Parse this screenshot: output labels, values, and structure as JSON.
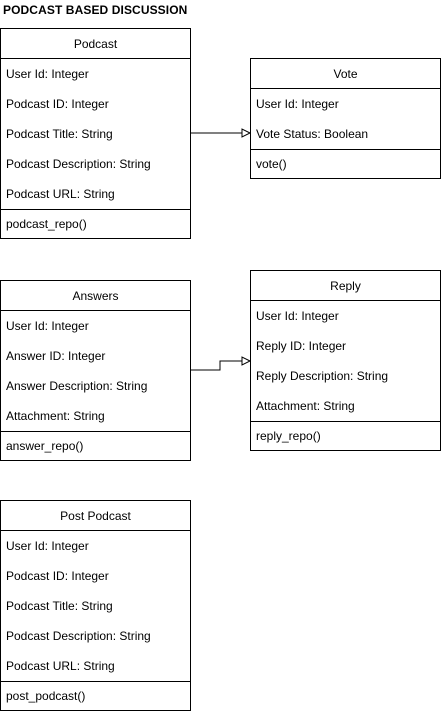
{
  "diagram": {
    "title": "PODCAST BASED DISCUSSION",
    "classes": [
      {
        "id": "podcast",
        "name": "Podcast",
        "attributes": [
          "User Id: Integer",
          "Podcast ID: Integer",
          "Podcast Title: String",
          "Podcast Description: String",
          "Podcast URL: String"
        ],
        "methods": [
          "podcast_repo()"
        ]
      },
      {
        "id": "vote",
        "name": "Vote",
        "attributes": [
          "User Id: Integer",
          "Vote Status: Boolean"
        ],
        "methods": [
          "vote()"
        ]
      },
      {
        "id": "answers",
        "name": "Answers",
        "attributes": [
          "User Id: Integer",
          "Answer ID: Integer",
          "Answer Description: String",
          "Attachment: String"
        ],
        "methods": [
          "answer_repo()"
        ]
      },
      {
        "id": "reply",
        "name": "Reply",
        "attributes": [
          "User Id: Integer",
          "Reply ID: Integer",
          "Reply Description: String",
          "Attachment: String"
        ],
        "methods": [
          "reply_repo()"
        ]
      },
      {
        "id": "post-podcast",
        "name": "Post Podcast",
        "attributes": [
          "User Id: Integer",
          "Podcast ID: Integer",
          "Podcast Title: String",
          "Podcast Description: String",
          "Podcast URL: String"
        ],
        "methods": [
          "post_podcast()"
        ]
      }
    ],
    "connectors": [
      {
        "from": "podcast",
        "to": "vote",
        "arrow": "hollow-triangle"
      },
      {
        "from": "answers",
        "to": "reply",
        "arrow": "hollow-triangle"
      }
    ]
  }
}
